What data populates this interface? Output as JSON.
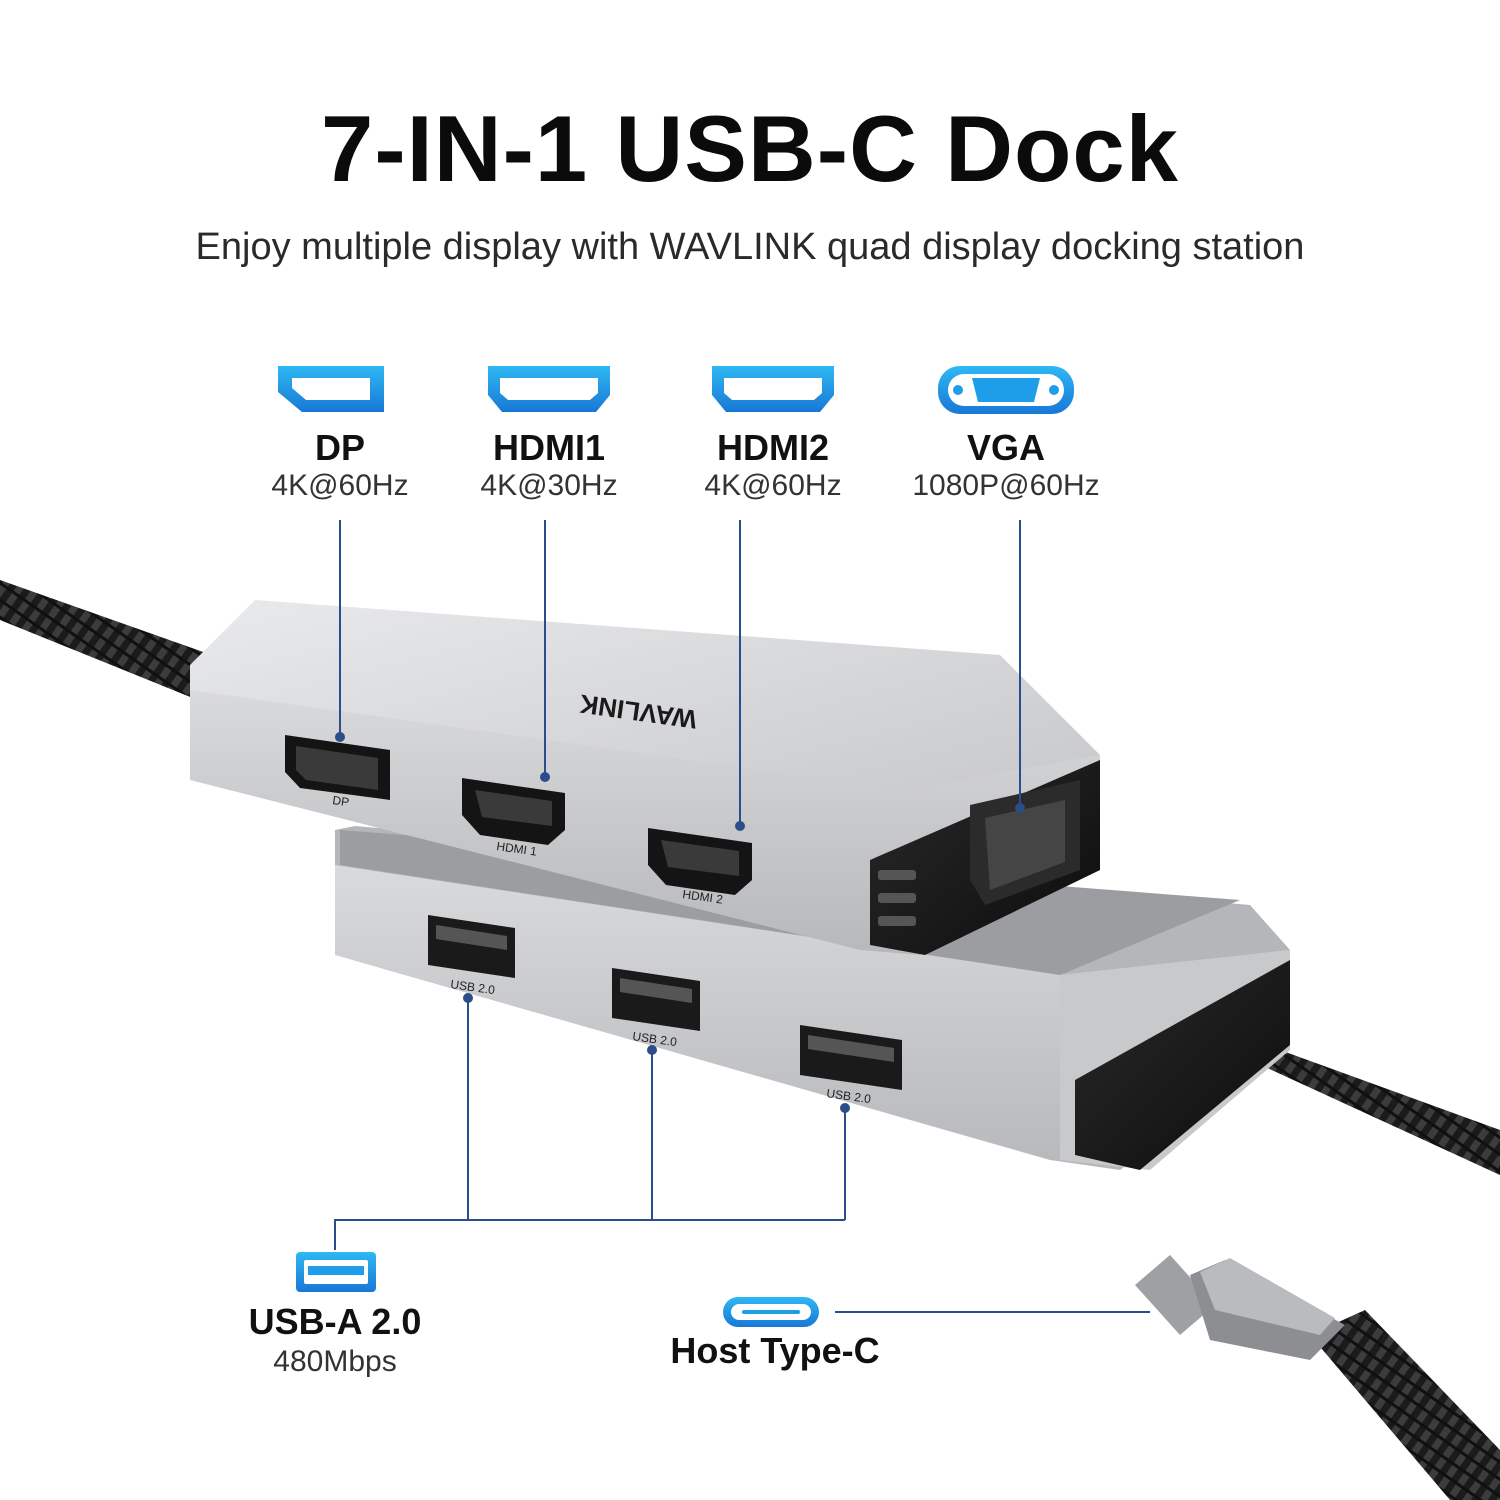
{
  "header": {
    "title": "7-IN-1 USB-C Dock",
    "subtitle": "Enjoy multiple display with WAVLINK quad display docking station"
  },
  "ports": {
    "dp": {
      "name": "DP",
      "spec": "4K@60Hz",
      "icon": "displayport-icon"
    },
    "hdmi1": {
      "name": "HDMI1",
      "spec": "4K@30Hz",
      "icon": "hdmi-icon"
    },
    "hdmi2": {
      "name": "HDMI2",
      "spec": "4K@60Hz",
      "icon": "hdmi-icon"
    },
    "vga": {
      "name": "VGA",
      "spec": "1080P@60Hz",
      "icon": "vga-icon"
    }
  },
  "usb_a": {
    "name": "USB-A 2.0",
    "spec": "480Mbps",
    "icon": "usb-a-icon"
  },
  "host": {
    "name": "Host Type-C",
    "icon": "usb-c-icon"
  },
  "device": {
    "brand": "WAVLINK",
    "port_labels": {
      "dp": "DP",
      "hdmi1": "HDMI 1",
      "hdmi2": "HDMI 2",
      "usb1": "USB 2.0",
      "usb2": "USB 2.0",
      "usb3": "USB 2.0"
    }
  },
  "colors": {
    "accent": "#1e9ee8",
    "leader_line": "#2b4d8a",
    "aluminum": "#c9cacc",
    "dark_panel": "#151515"
  }
}
